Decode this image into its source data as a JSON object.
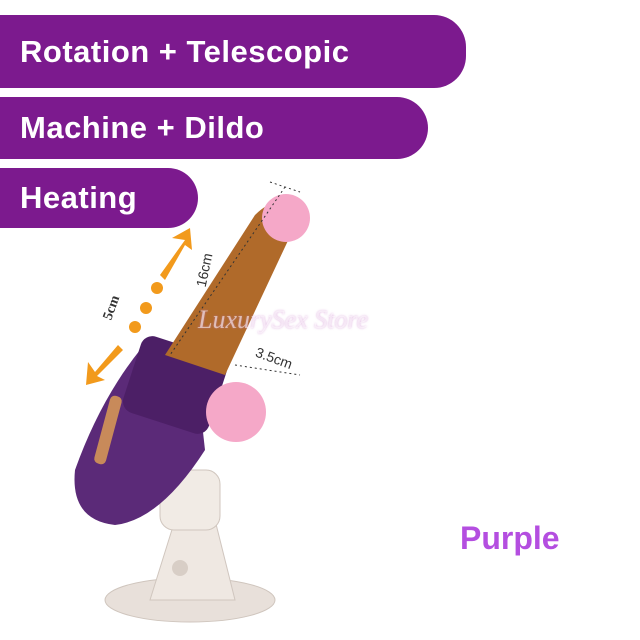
{
  "banners": [
    "Rotation + Telescopic",
    "Machine + Dildo",
    "Heating"
  ],
  "dimensions": {
    "length": "16cm",
    "stroke": "5cm",
    "diameter": "3.5cm"
  },
  "watermark": "LuxurySex Store",
  "color_option": "Purple",
  "colors": {
    "banner": "#7c1a8e",
    "body": "#5b2a78",
    "shaft": "#b06a2a",
    "mount": "#eee6e0",
    "arrow": "#f29a1c",
    "censor": "#f5a8c8",
    "label": "#b44ee0"
  }
}
